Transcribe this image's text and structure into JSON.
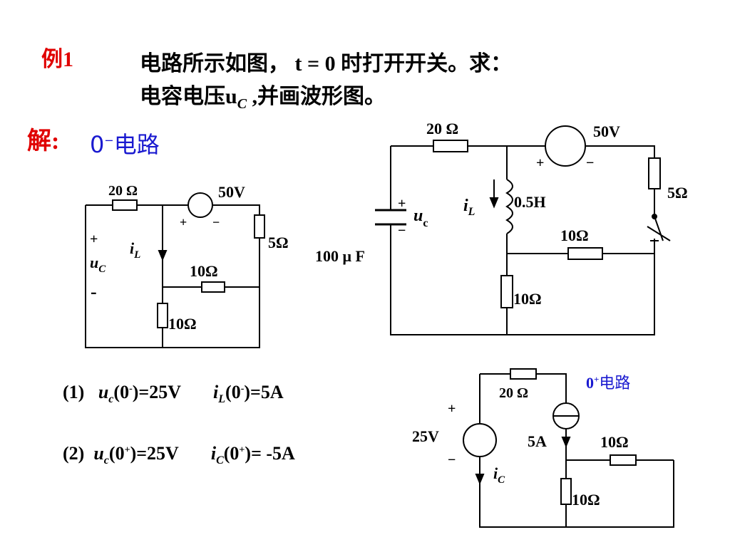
{
  "header": {
    "example_label": "例1",
    "problem_line1": "电路所示如图， t = 0 时打开开关。求：",
    "problem_line2": "电容电压u",
    "problem_line2_sub": "C",
    "problem_line2_rest": " ,并画波形图。",
    "solution_label": "解:",
    "section_label": "0",
    "section_sup": "−",
    "section_rest": "电路"
  },
  "colors": {
    "accent_red": "#e00000",
    "accent_blue": "#1a1ad0"
  },
  "circuit_main": {
    "r20": "20 Ω",
    "source": "50V",
    "plus": "+",
    "minus": "−",
    "r5": "5Ω",
    "iL": "i",
    "iL_sub": "L",
    "inductor": "0.5H",
    "r10a": "10Ω",
    "r10b": "10Ω",
    "uc": "u",
    "uc_sub": "c",
    "cap": "100  μ F"
  },
  "circuit_zero_minus": {
    "r20": "20 Ω",
    "source": "50V",
    "plus": "+",
    "minus": "−",
    "r5": "5Ω",
    "iL": "i",
    "iL_sub": "L",
    "uC": "u",
    "uC_sub": "C",
    "uC_plus": "+",
    "uC_minus": "-",
    "r10a": "10Ω",
    "r10b": "10Ω"
  },
  "circuit_zero_plus": {
    "title": "0",
    "title_sup": "+",
    "title_rest": "电路",
    "r20": "20 Ω",
    "v_source": "25V",
    "plus": "+",
    "minus": "−",
    "i_source": "5A",
    "r10a": "10Ω",
    "r10b": "10Ω",
    "iC": "i",
    "iC_sub": "C"
  },
  "results": {
    "line1_num": "(1)",
    "line1_a": "u",
    "line1_a_sub": "c",
    "line1_a_rest": "(0",
    "line1_a_sup": "-",
    "line1_a_val": ")=25V",
    "line1_b": "i",
    "line1_b_sub": "L",
    "line1_b_rest": "(0",
    "line1_b_sup": "-",
    "line1_b_val": ")=5A",
    "line2_num": "(2)",
    "line2_a": "u",
    "line2_a_sub": "c",
    "line2_a_rest": "(0",
    "line2_a_sup": "+",
    "line2_a_val": ")=25V",
    "line2_b": "i",
    "line2_b_sub": "C",
    "line2_b_rest": "(0",
    "line2_b_sup": "+",
    "line2_b_val": ")= -5A"
  }
}
